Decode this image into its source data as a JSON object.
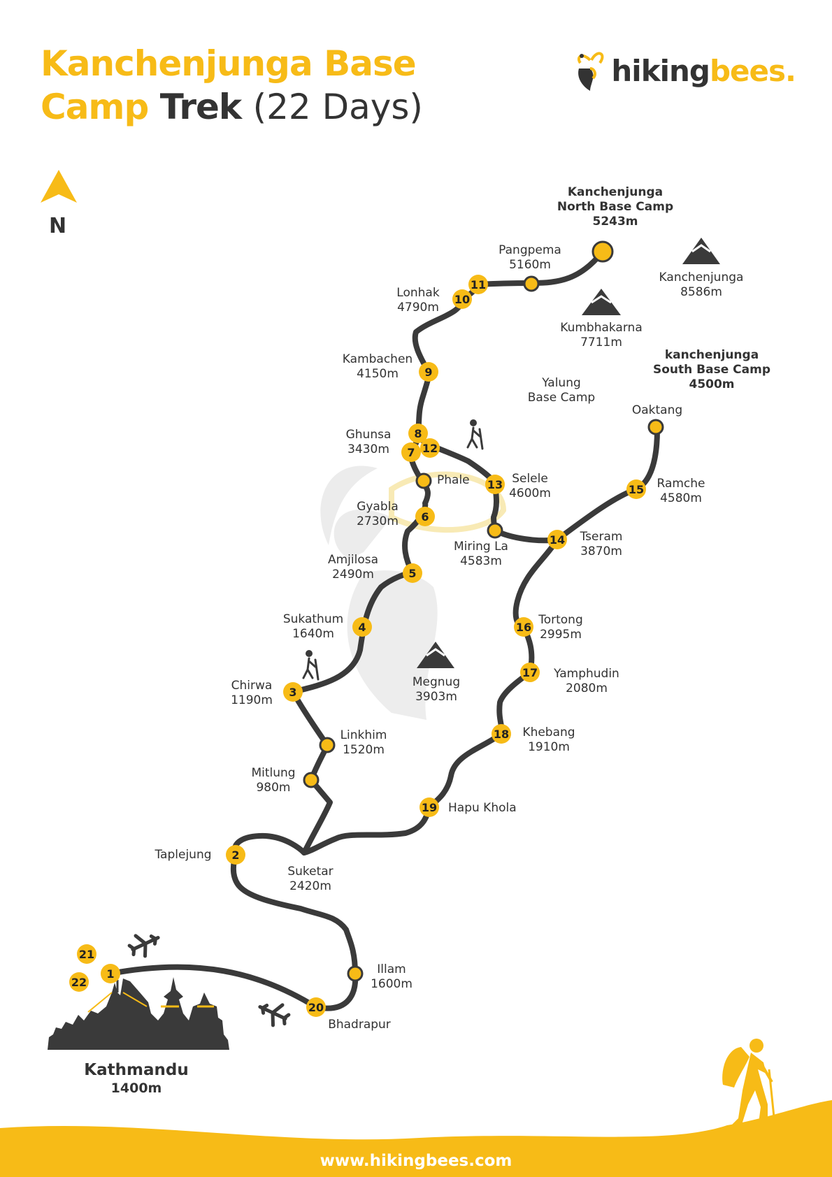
{
  "header": {
    "title_yellow_1": "Kanchenjunga Base",
    "title_yellow_2": "Camp",
    "title_dark": "Trek",
    "title_days": "(22 Days)"
  },
  "logo": {
    "part1": "hiking",
    "part2": "bees",
    "dot": ".",
    "icon": "bee-icon"
  },
  "compass": {
    "letter": "N",
    "icon": "north-arrow-icon"
  },
  "colors": {
    "accent": "#F7BB17",
    "dark": "#333333",
    "route": "#3a3a3a",
    "watermark": "#ececec"
  },
  "stops": [
    {
      "num": "1"
    },
    {
      "num": "2"
    },
    {
      "num": "3"
    },
    {
      "num": "4"
    },
    {
      "num": "5"
    },
    {
      "num": "6"
    },
    {
      "num": "7"
    },
    {
      "num": "8"
    },
    {
      "num": "9"
    },
    {
      "num": "10"
    },
    {
      "num": "11"
    },
    {
      "num": "12"
    },
    {
      "num": "13"
    },
    {
      "num": "14"
    },
    {
      "num": "15"
    },
    {
      "num": "16"
    },
    {
      "num": "17"
    },
    {
      "num": "18"
    },
    {
      "num": "19"
    },
    {
      "num": "20"
    },
    {
      "num": "21"
    },
    {
      "num": "22"
    }
  ],
  "places": [
    {
      "name": "Kanchenjunga",
      "name2": "North Base Camp",
      "alt": "5243m"
    },
    {
      "name": "Pangpema",
      "alt": "5160m"
    },
    {
      "name": "Kanchenjunga",
      "alt": "8586m"
    },
    {
      "name": "Lonhak",
      "alt": "4790m"
    },
    {
      "name": "Kumbhakarna",
      "alt": "7711m"
    },
    {
      "name": "kanchenjunga",
      "name2": "South Base Camp",
      "alt": "4500m"
    },
    {
      "name": "Kambachen",
      "alt": "4150m"
    },
    {
      "name": "Yalung",
      "alt": "Base Camp"
    },
    {
      "name": "Oaktang"
    },
    {
      "name": "Ghunsa",
      "alt": "3430m"
    },
    {
      "name": "Phale"
    },
    {
      "name": "Selele",
      "alt": "4600m"
    },
    {
      "name": "Ramche",
      "alt": "4580m"
    },
    {
      "name": "Gyabla",
      "alt": "2730m"
    },
    {
      "name": "Miring La",
      "alt": "4583m"
    },
    {
      "name": "Tseram",
      "alt": "3870m"
    },
    {
      "name": "Amjilosa",
      "alt": "2490m"
    },
    {
      "name": "Sukathum",
      "alt": "1640m"
    },
    {
      "name": "Tortong",
      "alt": "2995m"
    },
    {
      "name": "Yamphudin",
      "alt": "2080m"
    },
    {
      "name": "Chirwa",
      "alt": "1190m"
    },
    {
      "name": "Megnug",
      "alt": "3903m"
    },
    {
      "name": "Linkhim",
      "alt": "1520m"
    },
    {
      "name": "Khebang",
      "alt": "1910m"
    },
    {
      "name": "Mitlung",
      "alt": "980m"
    },
    {
      "name": "Hapu Khola"
    },
    {
      "name": "Taplejung"
    },
    {
      "name": "Suketar",
      "alt": "2420m"
    },
    {
      "name": "Illam",
      "alt": "1600m"
    },
    {
      "name": "Bhadrapur"
    }
  ],
  "kathmandu": {
    "name": "Kathmandu",
    "alt": "1400m"
  },
  "icons": [
    "mountain-icon",
    "hiker-icon",
    "airplane-icon",
    "city-skyline-icon",
    "trekker-silhouette-icon"
  ],
  "footer": {
    "website": "www.hikingbees.com"
  }
}
